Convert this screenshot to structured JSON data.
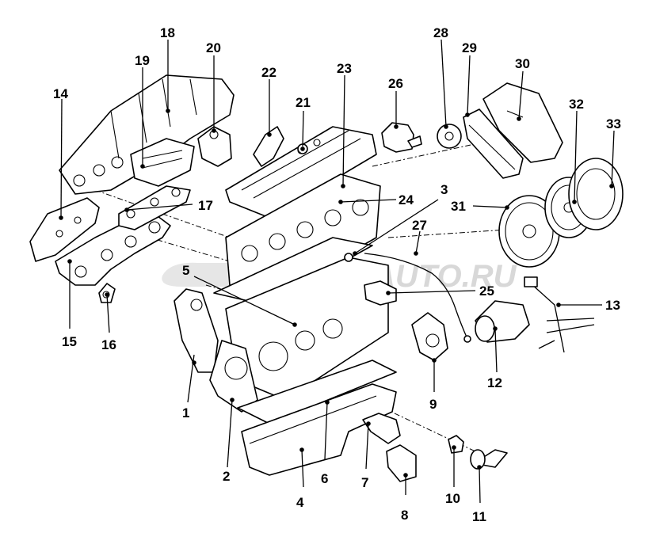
{
  "watermark": "AUTO.RU",
  "callouts": [
    {
      "id": "1",
      "label": "1"
    },
    {
      "id": "2",
      "label": "2"
    },
    {
      "id": "3",
      "label": "3"
    },
    {
      "id": "4",
      "label": "4"
    },
    {
      "id": "5",
      "label": "5"
    },
    {
      "id": "6",
      "label": "6"
    },
    {
      "id": "7",
      "label": "7"
    },
    {
      "id": "8",
      "label": "8"
    },
    {
      "id": "9",
      "label": "9"
    },
    {
      "id": "10",
      "label": "10"
    },
    {
      "id": "11",
      "label": "11"
    },
    {
      "id": "12",
      "label": "12"
    },
    {
      "id": "13",
      "label": "13"
    },
    {
      "id": "14",
      "label": "14"
    },
    {
      "id": "15",
      "label": "15"
    },
    {
      "id": "16",
      "label": "16"
    },
    {
      "id": "17",
      "label": "17"
    },
    {
      "id": "18",
      "label": "18"
    },
    {
      "id": "19",
      "label": "19"
    },
    {
      "id": "20",
      "label": "20"
    },
    {
      "id": "21",
      "label": "21"
    },
    {
      "id": "22",
      "label": "22"
    },
    {
      "id": "23",
      "label": "23"
    },
    {
      "id": "24",
      "label": "24"
    },
    {
      "id": "25",
      "label": "25"
    },
    {
      "id": "26",
      "label": "26"
    },
    {
      "id": "27",
      "label": "27"
    },
    {
      "id": "28",
      "label": "28"
    },
    {
      "id": "29",
      "label": "29"
    },
    {
      "id": "30",
      "label": "30"
    },
    {
      "id": "31",
      "label": "31"
    },
    {
      "id": "32",
      "label": "32"
    },
    {
      "id": "33",
      "label": "33"
    }
  ]
}
